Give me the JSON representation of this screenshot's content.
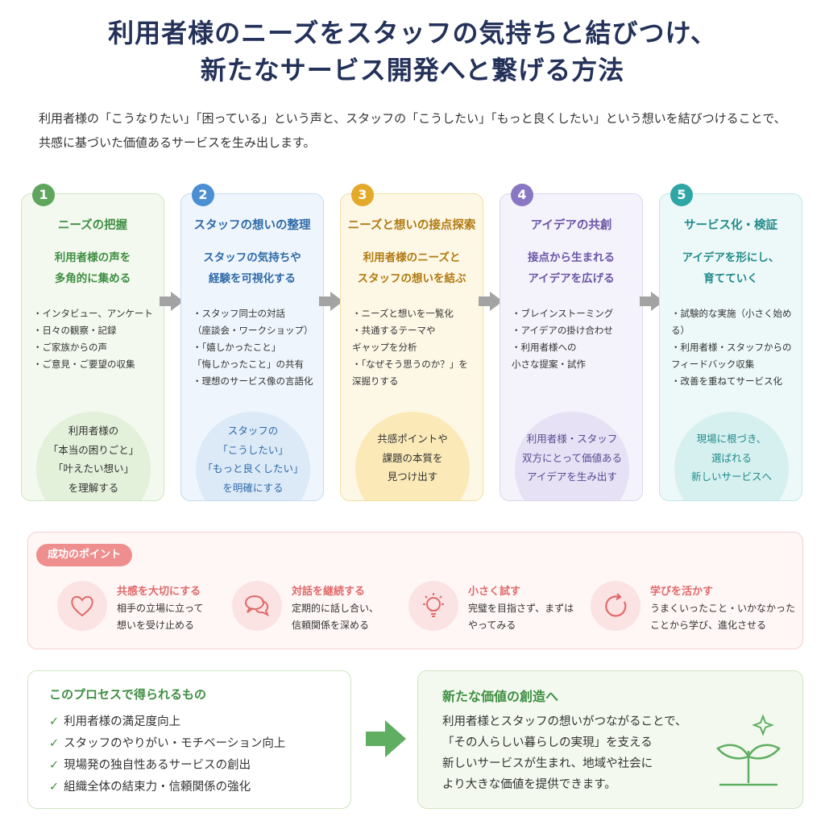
{
  "header": {
    "title_line1": "利用者様のニーズをスタッフの気持ちと結びつけ、",
    "title_line2": "新たなサービス開発へと繋げる方法",
    "lead_line1": "利用者様の「こうなりたい」「困っている」という声と、スタッフの「こうしたい」「もっと良くしたい」という想いを結びつけることで、",
    "lead_line2": "共感に基づいた価値あるサービスを生み出します。"
  },
  "steps": [
    {
      "number": "1",
      "title": "ニーズの把握",
      "subtitle_line1": "利用者様の声を",
      "subtitle_line2": "多角的に集める",
      "items": [
        "・インタビュー、アンケート",
        "・日々の観察・記録",
        "・ご家族からの声",
        "・ご意見・ご要望の収集"
      ],
      "circle_lines": [
        "利用者様の",
        "「本当の困りごと」",
        "「叶えたい想い」",
        "を理解する"
      ]
    },
    {
      "number": "2",
      "title": "スタッフの想いの整理",
      "subtitle_line1": "スタッフの気持ちや",
      "subtitle_line2": "経験を可視化する",
      "items": [
        "・スタッフ同士の対話",
        "（座談会・ワークショップ）",
        "・「嬉しかったこと」",
        "「悔しかったこと」の共有",
        "・理想のサービス像の言語化"
      ],
      "circle_lines": [
        "スタッフの",
        "「こうしたい」",
        "「もっと良くしたい」",
        "を明確にする"
      ]
    },
    {
      "number": "3",
      "title": "ニーズと想いの接点探索",
      "subtitle_line1": "利用者様のニーズと",
      "subtitle_line2": "スタッフの想いを結ぶ",
      "items": [
        "・ニーズと想いを一覧化",
        "・共通するテーマや",
        "ギャップを分析",
        "・「なぜそう思うのか？」を",
        "深掘りする"
      ],
      "circle_lines": [
        "共感ポイントや",
        "課題の本質を",
        "見つけ出す"
      ]
    },
    {
      "number": "4",
      "title": "アイデアの共創",
      "subtitle_line1": "接点から生まれる",
      "subtitle_line2": "アイデアを広げる",
      "items": [
        "・ブレインストーミング",
        "・アイデアの掛け合わせ",
        "・利用者様への",
        "小さな提案・試作"
      ],
      "circle_lines": [
        "利用者様・スタッフ",
        "双方にとって価値ある",
        "アイデアを生み出す"
      ]
    },
    {
      "number": "5",
      "title": "サービス化・検証",
      "subtitle_line1": "アイデアを形にし、",
      "subtitle_line2": "育てていく",
      "items": [
        "・試験的な実施（小さく始める）",
        "・利用者様・スタッフからの",
        "フィードバック収集",
        "・改善を重ねてサービス化"
      ],
      "circle_lines": [
        "現場に根づき、",
        "選ばれる",
        "新しいサービスへ"
      ]
    }
  ],
  "points": {
    "badge": "成功のポイント",
    "items": [
      {
        "icon": "heart-icon",
        "title": "共感を大切にする",
        "desc_line1": "相手の立場に立って",
        "desc_line2": "想いを受け止める"
      },
      {
        "icon": "speech-bubbles-icon",
        "title": "対話を継続する",
        "desc_line1": "定期的に話し合い、",
        "desc_line2": "信頼関係を深める"
      },
      {
        "icon": "lightbulb-icon",
        "title": "小さく試す",
        "desc_line1": "完璧を目指さず、まずは",
        "desc_line2": "やってみる"
      },
      {
        "icon": "cycle-icon",
        "title": "学びを活かす",
        "desc_line1": "うまくいったこと・いかなかった",
        "desc_line2": "ことから学び、進化させる"
      }
    ]
  },
  "benefits": {
    "title": "このプロセスで得られるもの",
    "items": [
      "利用者様の満足度向上",
      "スタッフのやりがい・モチベーション向上",
      "現場発の独自性あるサービスの創出",
      "組織全体の結束力・信頼関係の強化"
    ]
  },
  "creation": {
    "title": "新たな価値の創造へ",
    "lines": [
      "利用者様とスタッフの想いがつながることで、",
      "「その人らしい暮らしの実現」を支える",
      "新しいサービスが生まれ、地域や社会に",
      "より大きな価値を提供できます。"
    ]
  },
  "colors": {
    "title": "#24325a",
    "step1": "#5ea65e",
    "step2": "#4b8fd2",
    "step3": "#e3a92a",
    "step4": "#8a77c4",
    "step5": "#2ea6a6",
    "points_accent": "#ef8e8e"
  }
}
